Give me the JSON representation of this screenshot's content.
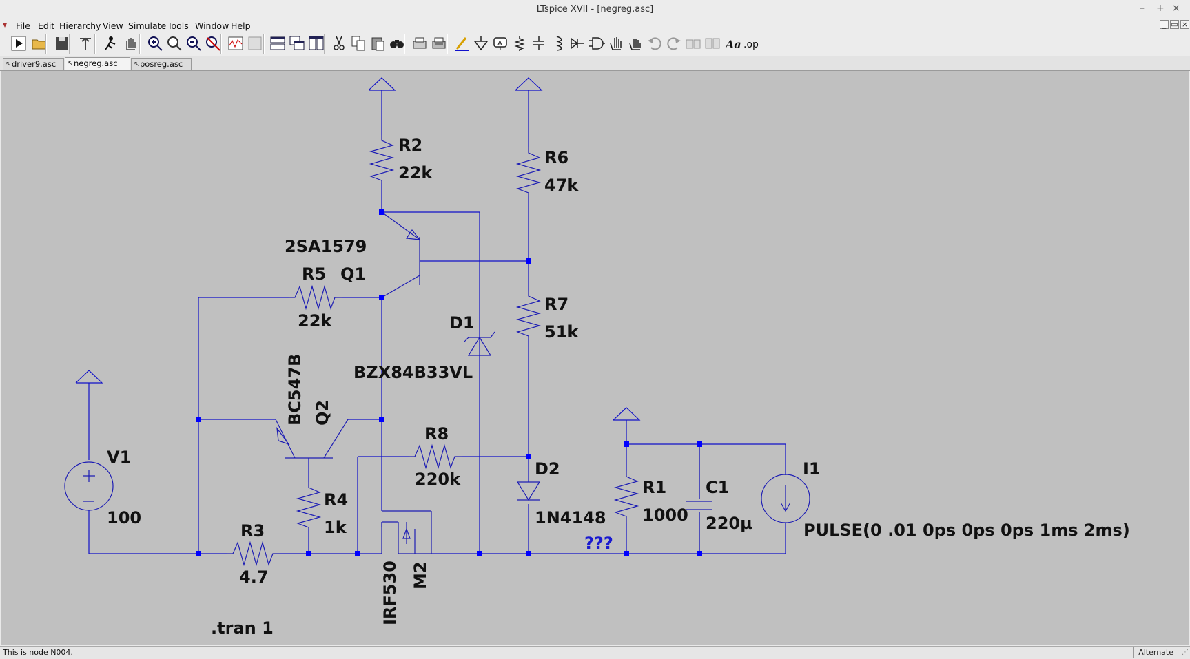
{
  "window": {
    "title": "LTspice XVII - [negreg.asc]",
    "minimize": "–",
    "maximize": "+",
    "close": "×"
  },
  "menu": [
    "File",
    "Edit",
    "Hierarchy",
    "View",
    "Simulate",
    "Tools",
    "Window",
    "Help"
  ],
  "mdi_controls": [
    "_",
    "▭",
    "×"
  ],
  "tabs": [
    {
      "label": "driver9.asc",
      "active": false
    },
    {
      "label": "negreg.asc",
      "active": true
    },
    {
      "label": "posreg.asc",
      "active": false
    }
  ],
  "toolbar": [
    "run-icon",
    "open-icon",
    "save-icon",
    "control-panel-icon",
    "run-halt-icon",
    "pan-icon",
    "zoom-in-icon",
    "zoom-rect-icon",
    "zoom-out-icon",
    "zoom-cancel-icon",
    "waveform-icon",
    "autorange-icon",
    "tile-horizontal-icon",
    "cascade-icon",
    "tile-vertical-icon",
    "cut-icon",
    "copy-icon",
    "paste-icon",
    "find-icon",
    "print-preview-icon",
    "print-icon",
    "draw-wire-icon",
    "ground-icon",
    "label-net-icon",
    "resistor-icon",
    "capacitor-icon",
    "inductor-icon",
    "diode-icon",
    "component-icon",
    "move-icon",
    "drag-icon",
    "undo-icon",
    "redo-icon",
    "rotate-icon",
    "mirror-icon",
    "text-icon",
    "spice-directive-icon"
  ],
  "toolbar_text": {
    "text": "Aa",
    "directive": ".op"
  },
  "schematic": {
    "components": {
      "V1": {
        "name": "V1",
        "value": "100"
      },
      "R1": {
        "name": "R1",
        "value": "1000"
      },
      "C1": {
        "name": "C1",
        "value": "220µ"
      },
      "I1": {
        "name": "I1",
        "value": "PULSE(0 .01 0ps 0ps 0ps 1ms 2ms)"
      },
      "R2": {
        "name": "R2",
        "value": "22k"
      },
      "R3": {
        "name": "R3",
        "value": "4.7"
      },
      "R4": {
        "name": "R4",
        "value": "1k"
      },
      "R5": {
        "name": "R5",
        "value": "22k"
      },
      "R6": {
        "name": "R6",
        "value": "47k"
      },
      "R7": {
        "name": "R7",
        "value": "51k"
      },
      "R8": {
        "name": "R8",
        "value": "220k"
      },
      "Q1": {
        "name": "Q1",
        "value": "2SA1579"
      },
      "Q2": {
        "name": "Q2",
        "value": "BC547B"
      },
      "D1": {
        "name": "D1",
        "value": "BZX84B33VL"
      },
      "D2": {
        "name": "D2",
        "value": "1N4148"
      },
      "M2": {
        "name": "M2",
        "value": "IRF530"
      }
    },
    "net_label": "???",
    "directive": ".tran 1"
  },
  "status": {
    "text": "This is node N004.",
    "mode": "Alternate",
    "grip": "⋰"
  },
  "colors": {
    "canvas": "#c0c0c0",
    "wire": "#1010c8",
    "junction": "#0000ff",
    "label": "#111111",
    "net_label": "#1a1ad0"
  }
}
